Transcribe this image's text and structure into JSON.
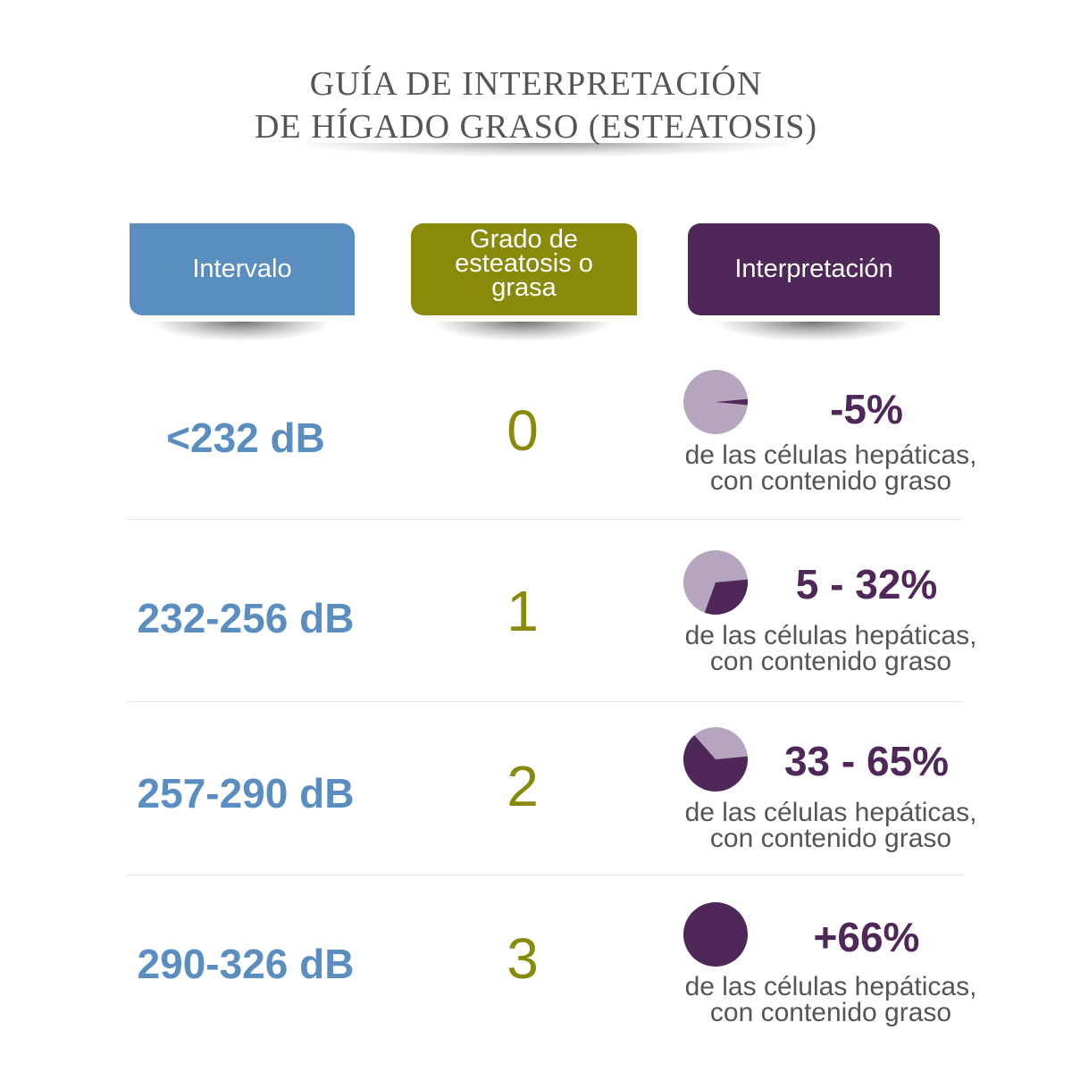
{
  "title": {
    "line1": "GUÍA DE INTERPRETACIÓN",
    "line2": "DE HÍGADO GRASO (ESTEATOSIS)"
  },
  "headers": {
    "intervalo": "Intervalo",
    "grado_lines": [
      "Grado de",
      "esteatosis o",
      "grasa"
    ],
    "interpretacion": "Interpretación"
  },
  "colors": {
    "intervalo": "#5a8dc0",
    "grado": "#8a8a0a",
    "interpretacion": "#4f2758",
    "pie_light": "#b7a5bf",
    "pie_dark": "#4f2758"
  },
  "rows": [
    {
      "range": "<232 dB",
      "grade": "0",
      "percent": "-5%",
      "line1": "de las células hepáticas,",
      "line2": "con contenido graso",
      "fat_fraction": 0.03
    },
    {
      "range": "232-256 dB",
      "grade": "1",
      "percent": "5 - 32%",
      "line1": "de las células hepáticas,",
      "line2": "con contenido graso",
      "fat_fraction": 0.32
    },
    {
      "range": "257-290 dB",
      "grade": "2",
      "percent": "33 - 65%",
      "line1": "de las células hepáticas,",
      "line2": "con contenido graso",
      "fat_fraction": 0.65
    },
    {
      "range": "290-326 dB",
      "grade": "3",
      "percent": "+66%",
      "line1": "de las células hepáticas,",
      "line2": "con contenido graso",
      "fat_fraction": 1.0
    }
  ],
  "chart_data": {
    "type": "table",
    "columns": [
      "Intervalo",
      "Grado de esteatosis o grasa",
      "Interpretación"
    ],
    "rows": [
      [
        "<232 dB",
        "0",
        "-5%"
      ],
      [
        "232-256 dB",
        "1",
        "5 - 32%"
      ],
      [
        "257-290 dB",
        "2",
        "33 - 65%"
      ],
      [
        "290-326 dB",
        "3",
        "+66%"
      ]
    ]
  }
}
